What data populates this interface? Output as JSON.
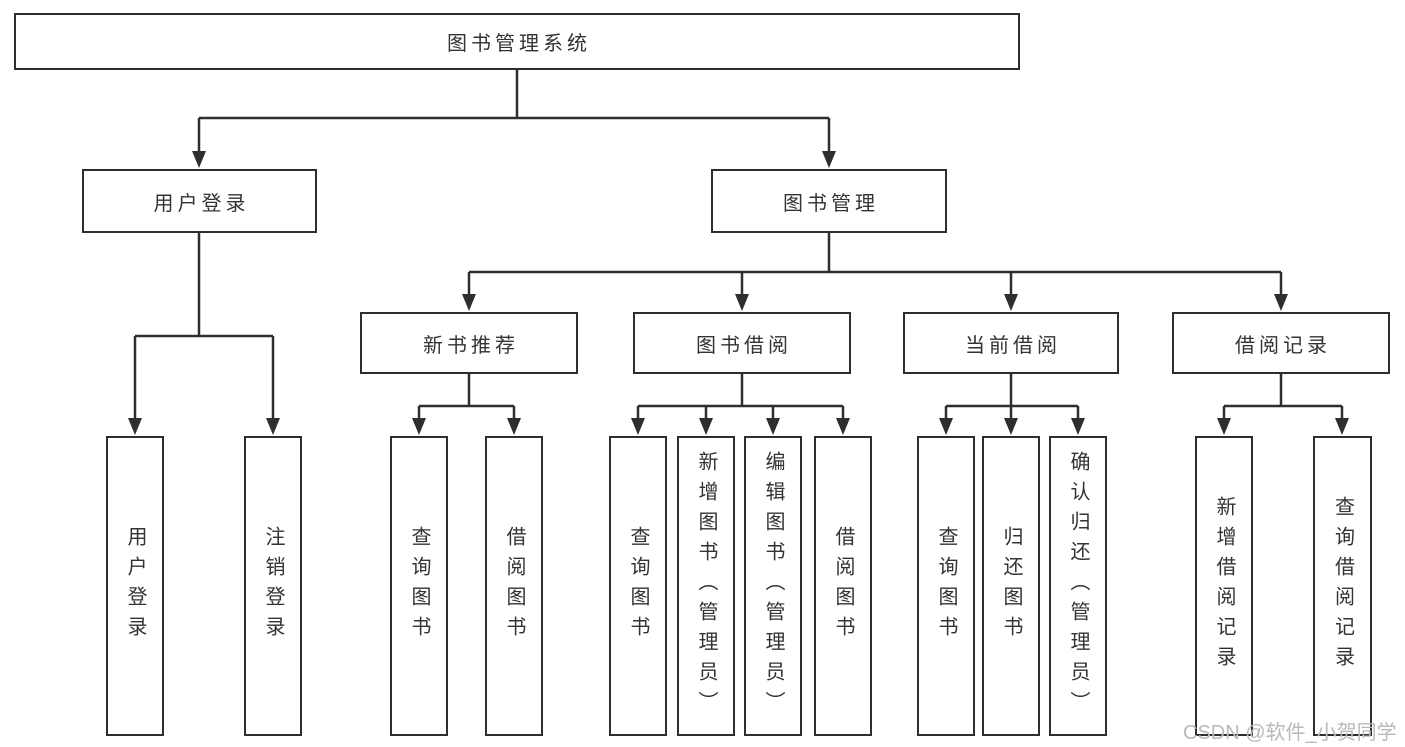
{
  "diagram": {
    "colors": {
      "line": "#2e2e2e",
      "box_background": "#ffffff",
      "text": "#333333",
      "watermark": "#b9b9b9"
    },
    "root": {
      "label": "图书管理系统"
    },
    "level2": [
      {
        "label": "用户登录"
      },
      {
        "label": "图书管理"
      }
    ],
    "level3": [
      {
        "label": "新书推荐"
      },
      {
        "label": "图书借阅"
      },
      {
        "label": "当前借阅"
      },
      {
        "label": "借阅记录"
      }
    ],
    "leaves": {
      "user": [
        "用户登录",
        "注销登录"
      ],
      "recommend": [
        "查询图书",
        "借阅图书"
      ],
      "borrow": [
        "查询图书",
        "新增图书（管理员）",
        "编辑图书（管理员）",
        "借阅图书"
      ],
      "current": [
        "查询图书",
        "归还图书",
        "确认归还（管理员）"
      ],
      "records": [
        "新增借阅记录",
        "查询借阅记录"
      ]
    },
    "watermark": "CSDN @软件_小贺同学"
  }
}
